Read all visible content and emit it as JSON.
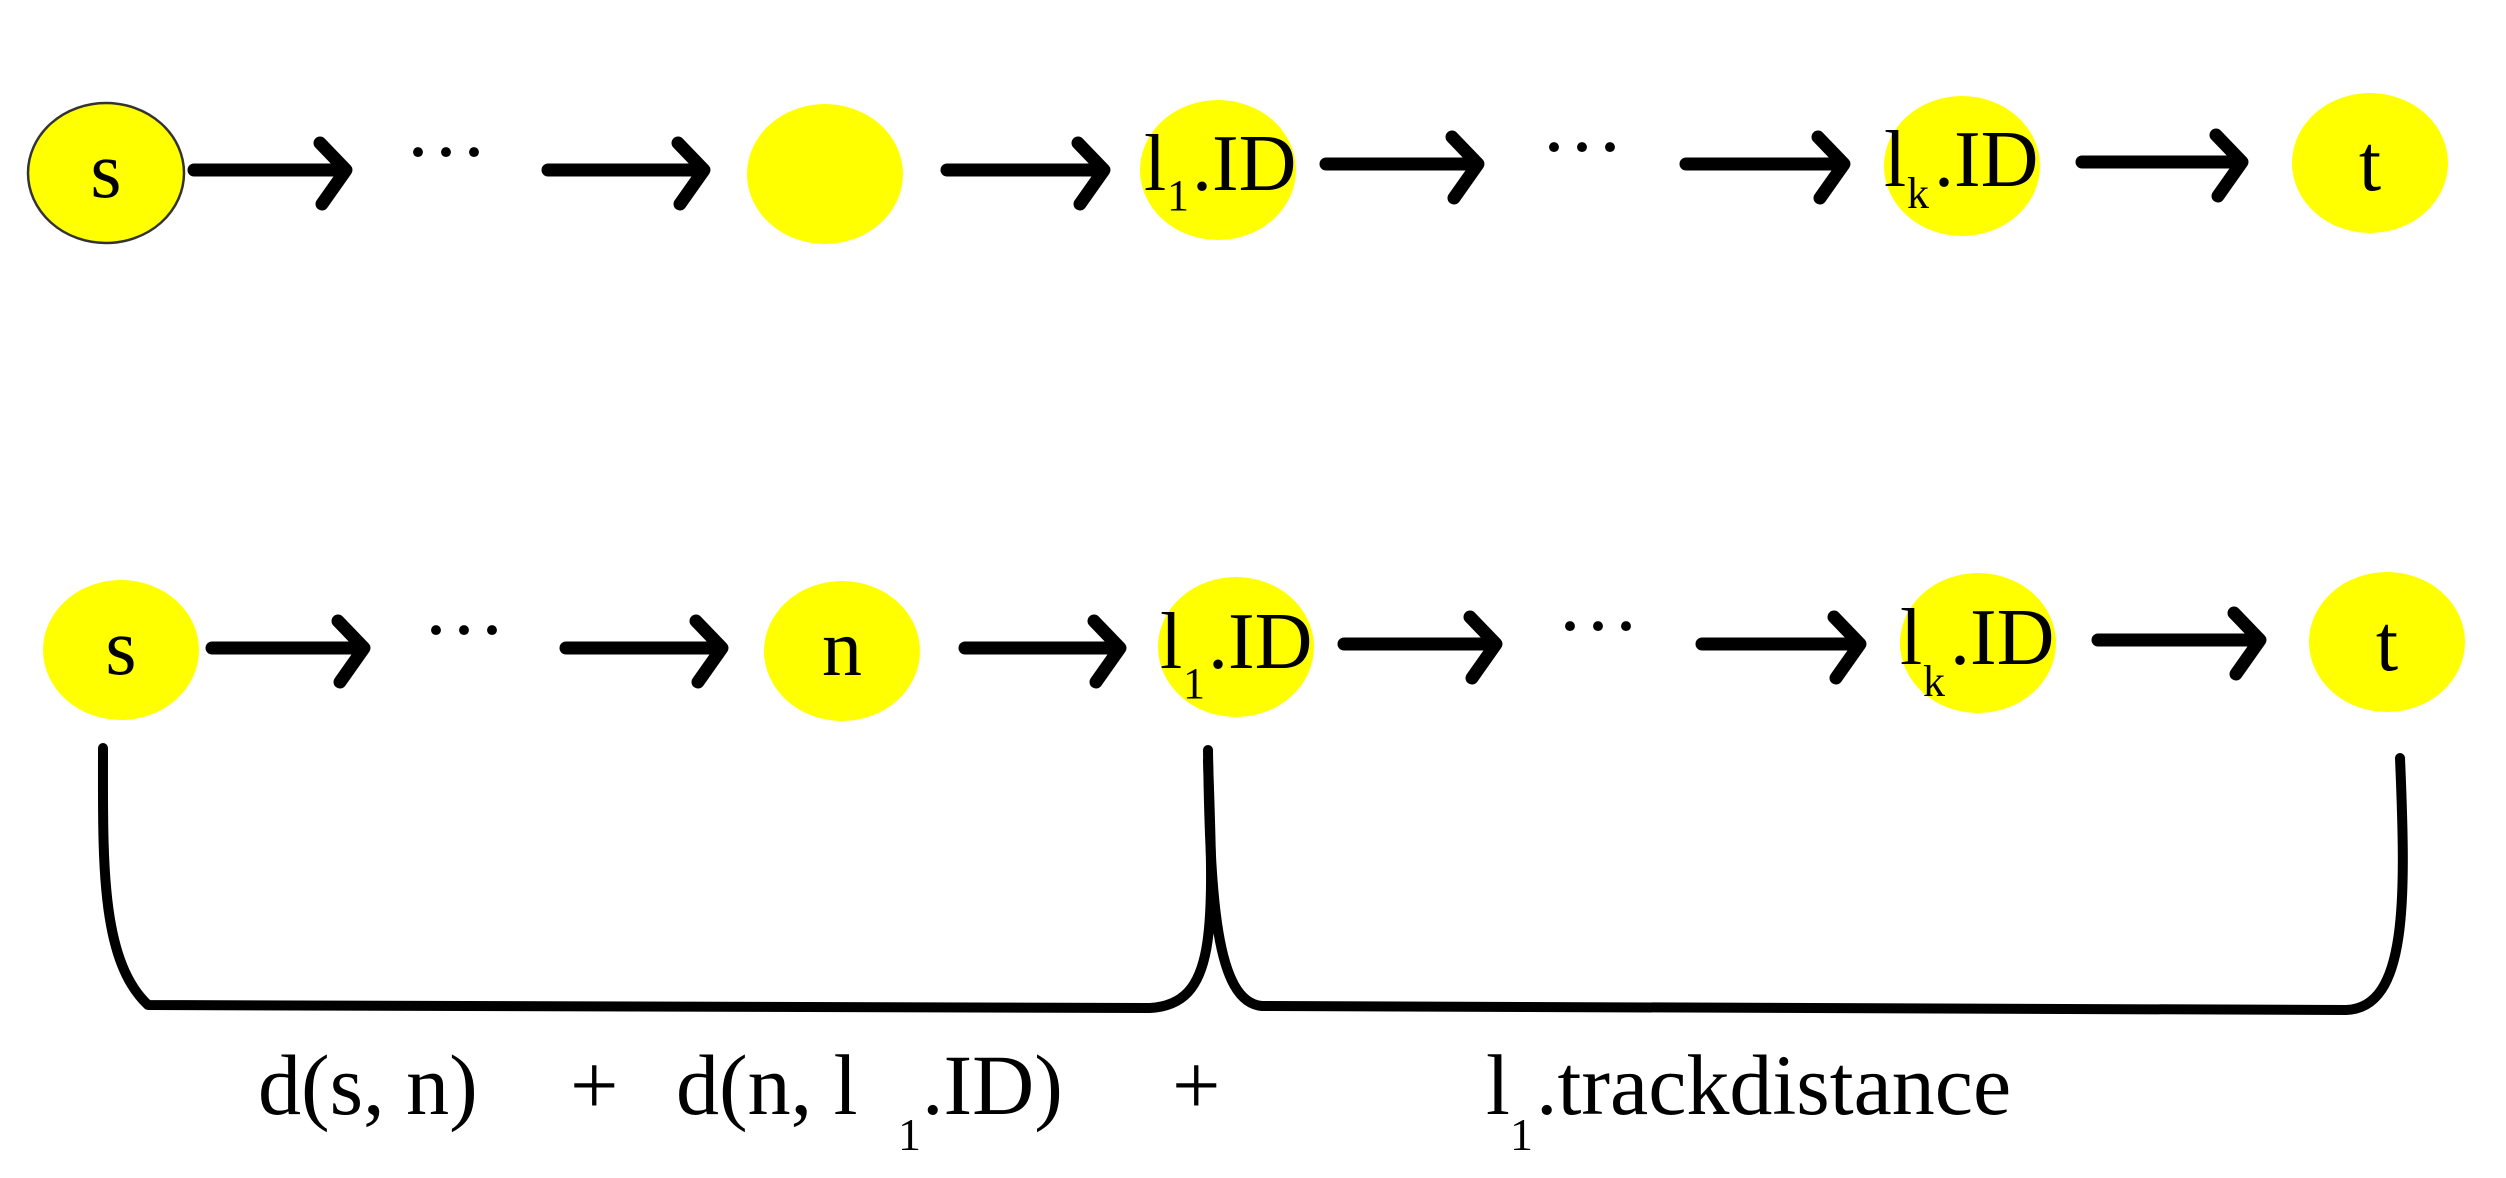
{
  "colors": {
    "node_fill": "#ffff00",
    "ink": "#000000"
  },
  "rows": [
    {
      "nodes": [
        {
          "id": "s",
          "label": "s",
          "sub": ""
        },
        {
          "id": "blank",
          "label": "",
          "sub": ""
        },
        {
          "id": "l1",
          "label": "l",
          "sub": "1",
          "suffix": ".ID"
        },
        {
          "id": "lk",
          "label": "l",
          "sub": "k",
          "suffix": ".ID"
        },
        {
          "id": "t",
          "label": "t",
          "sub": ""
        }
      ],
      "ellipses": [
        "···",
        "···"
      ]
    },
    {
      "nodes": [
        {
          "id": "s",
          "label": "s",
          "sub": ""
        },
        {
          "id": "n",
          "label": "n",
          "sub": ""
        },
        {
          "id": "l1",
          "label": "l",
          "sub": "1",
          "suffix": ".ID"
        },
        {
          "id": "lk",
          "label": "l",
          "sub": "k",
          "suffix": ".ID"
        },
        {
          "id": "t",
          "label": "t",
          "sub": ""
        }
      ],
      "ellipses": [
        "···",
        "···"
      ]
    }
  ],
  "formula": {
    "term1": "d(s, n)",
    "plus1": "+",
    "term2_prefix": "d(n, l",
    "term2_sub": "1",
    "term2_suffix": ".ID)",
    "plus2": "+",
    "term3_prefix": "l",
    "term3_sub": "1",
    "term3_suffix": ".trackdistance"
  }
}
